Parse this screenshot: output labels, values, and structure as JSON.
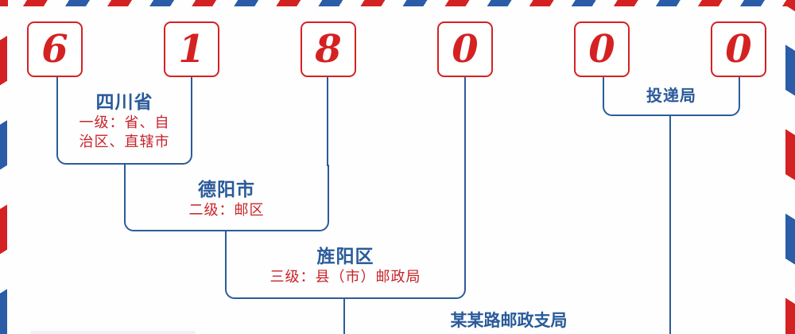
{
  "digits": [
    "6",
    "1",
    "8",
    "0",
    "0",
    "0"
  ],
  "levels": [
    {
      "title": "四川省",
      "subtitle_lines": [
        "一级：省、自",
        "治区、直辖市"
      ]
    },
    {
      "title": "德阳市",
      "subtitle": "二级：邮区"
    },
    {
      "title": "旌阳区",
      "subtitle": "三级：县（市）邮政局"
    },
    {
      "title": "某某路邮政支局"
    }
  ],
  "delivery": {
    "title": "投递局"
  },
  "colors": {
    "red": "#d42223",
    "blue": "#2c5c98",
    "background": "#fdfefd"
  }
}
